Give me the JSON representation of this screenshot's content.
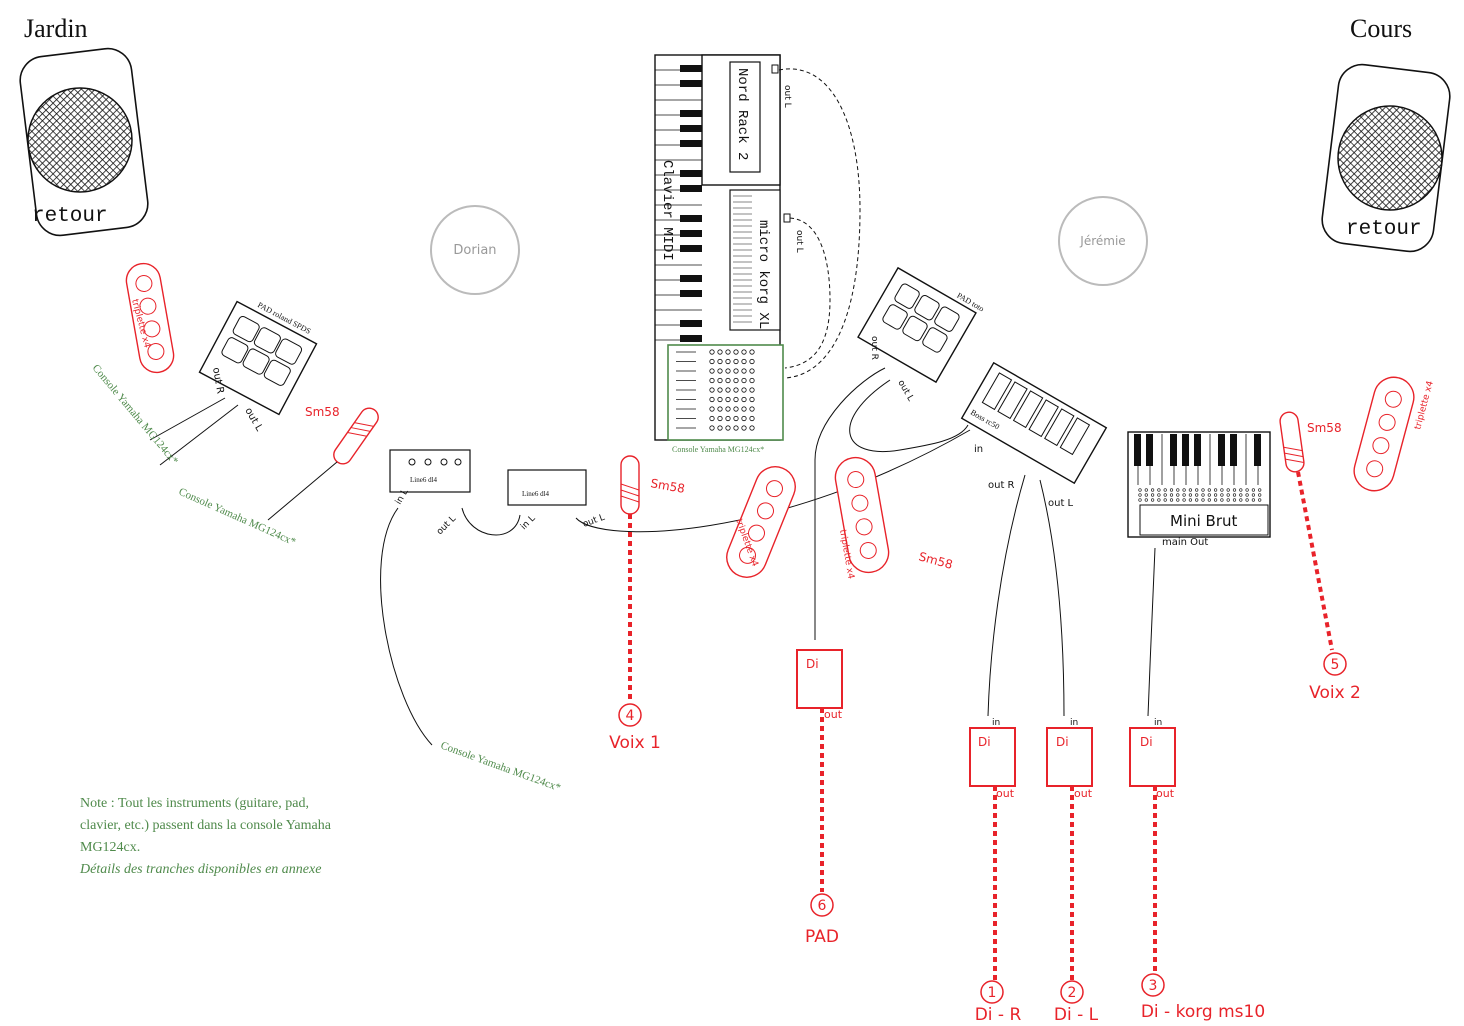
{
  "sides": {
    "left": "Jardin",
    "right": "Cours"
  },
  "monitor_label": "retour",
  "musicians": {
    "left": "Dorian",
    "right": "Jérémie"
  },
  "instruments": {
    "nord": "Nord Rack 2",
    "microkorg": "micro korg XL",
    "midi_keyboard": "Clavier MIDI",
    "console_keys": "Console Yamaha MG124cx*",
    "pad_left": "PAD roland SPDS",
    "pad_right": "PAD toto",
    "boss": "Boss rc50",
    "line6_a": "Line6 dl4",
    "line6_b": "Line6 dl4",
    "minibrut": "Mini Brut"
  },
  "port_labels": {
    "out_l": "out L",
    "out_r": "out R",
    "in": "in",
    "in_l": "in L",
    "out": "out",
    "main_out": "main Out"
  },
  "mics": {
    "label": "Sm58"
  },
  "triplette_label": "triplette x4",
  "di_label": "Di",
  "console_refs": {
    "c1": "Console Yamaha MG124cx*",
    "c2": "Console Yamaha MG124cx*",
    "c3": "Console Yamaha MG124cx*"
  },
  "channels": [
    {
      "num": "1",
      "name": "Di - R"
    },
    {
      "num": "2",
      "name": "Di - L"
    },
    {
      "num": "3",
      "name": "Di - korg ms10"
    },
    {
      "num": "4",
      "name": "Voix 1"
    },
    {
      "num": "5",
      "name": "Voix 2"
    },
    {
      "num": "6",
      "name": "PAD"
    }
  ],
  "note": {
    "line1": "Note : Tout les instruments (guitare, pad,",
    "line2": "clavier, etc.) passent dans la console Yamaha",
    "line3": "MG124cx.",
    "line4": "Détails des tranches disponibles en annexe"
  },
  "colors": {
    "accent_red": "#e8232a",
    "note_green": "#4f8a4b",
    "musician_grey": "#bbbbbb"
  }
}
